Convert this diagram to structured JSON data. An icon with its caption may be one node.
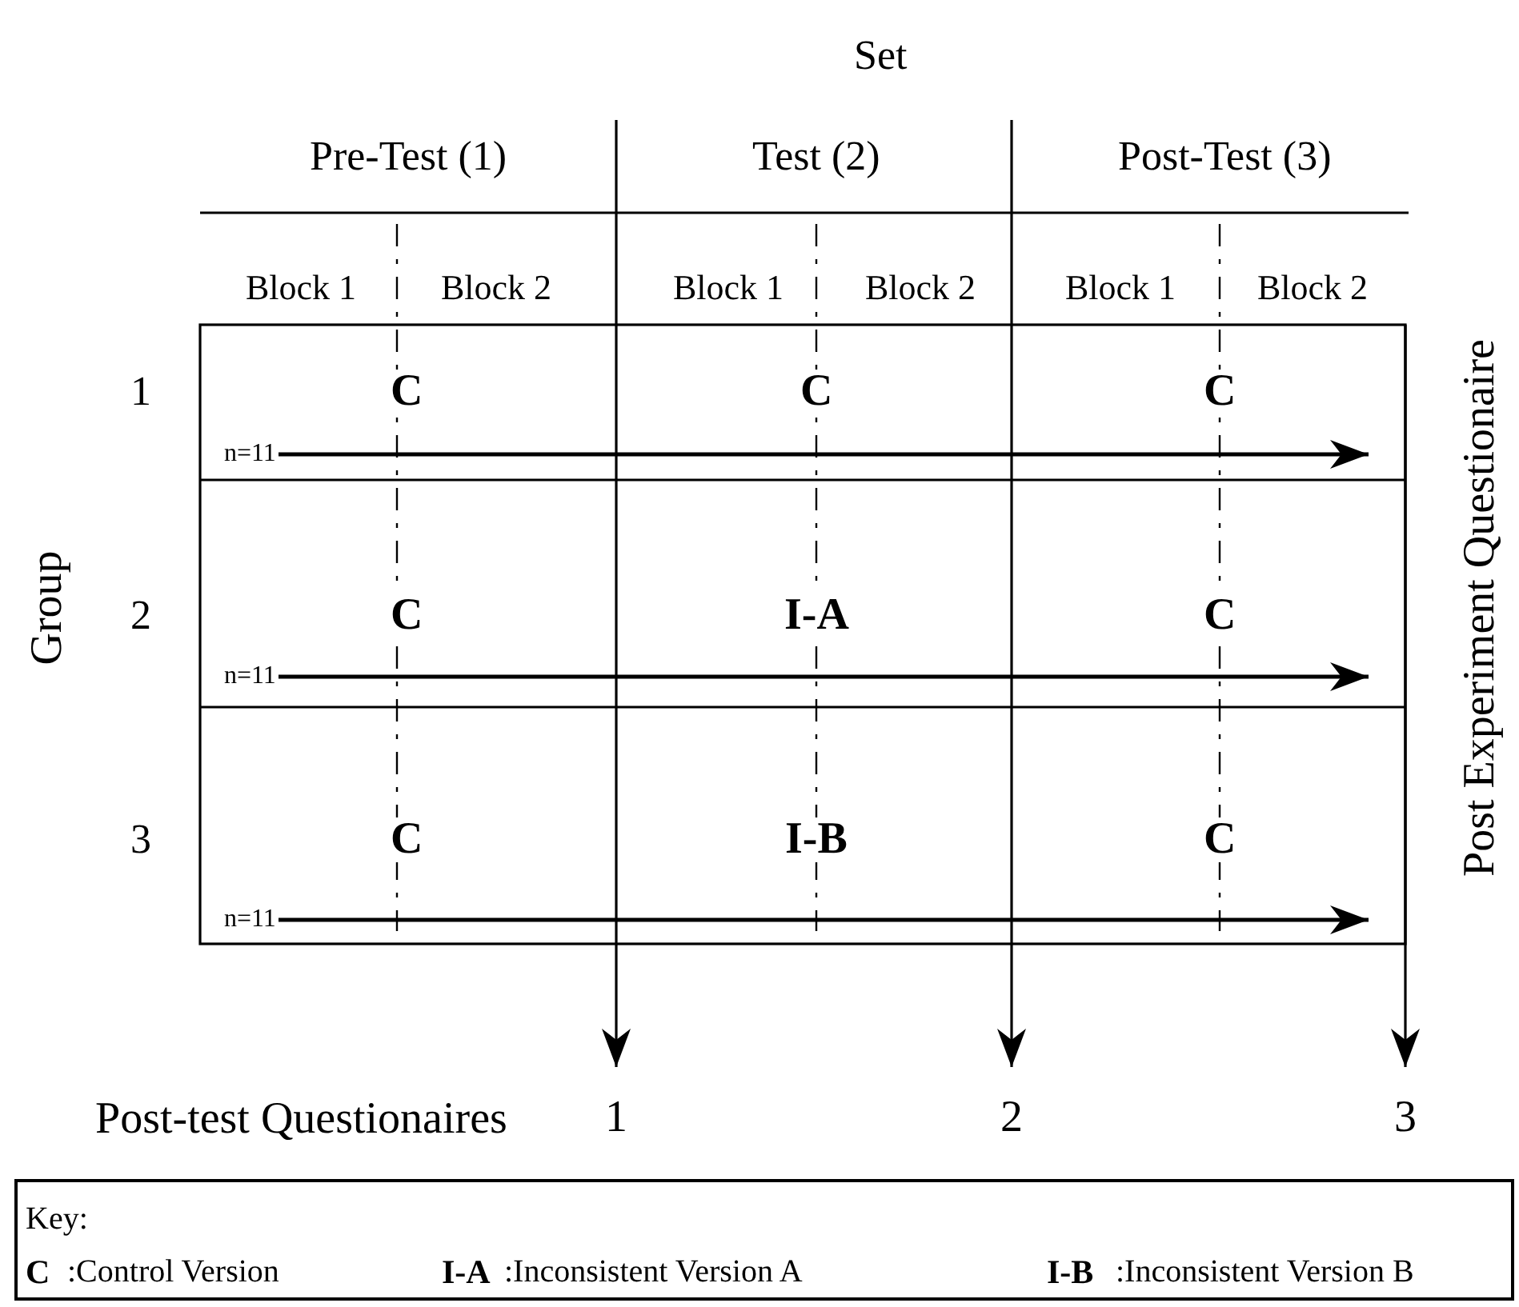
{
  "diagram": {
    "nodes": [
      {
        "text": [
          "n=11"
        ]
      },
      {
        "text": [
          "n=11"
        ]
      },
      {
        "text": [
          "n=11"
        ]
      },
      {
        "text": [
          "1"
        ]
      },
      {
        "text": [
          "2"
        ]
      },
      {
        "text": [
          "3"
        ]
      }
    ],
    "edges": [
      {
        "from": 0,
        "to": null,
        "arrow": "to"
      },
      {
        "from": 1,
        "to": null,
        "arrow": "to"
      },
      {
        "from": 2,
        "to": null,
        "arrow": "to"
      },
      {
        "from": null,
        "to": 3,
        "arrow": "to"
      },
      {
        "from": null,
        "to": 4,
        "arrow": "to"
      },
      {
        "from": null,
        "to": 5,
        "arrow": "to"
      }
    ],
    "labels": [
      "Set",
      "Pre-Test (1)",
      "Test (2)",
      "Post-Test (3)",
      "Block 1",
      "Block 2",
      "Block 1",
      "Block 2",
      "Block 1",
      "Block 2",
      "1",
      "C",
      "C",
      "C",
      "Group",
      "2",
      "C",
      "I-A",
      "C",
      "3",
      "C",
      "I-B",
      "C",
      "Post Experiment Questionaire",
      "Post-test Questionaires",
      "Key:",
      "C",
      ":Control Version",
      "I-A",
      ":Inconsistent Version A",
      "I-B",
      ":Inconsistent Version B"
    ]
  }
}
